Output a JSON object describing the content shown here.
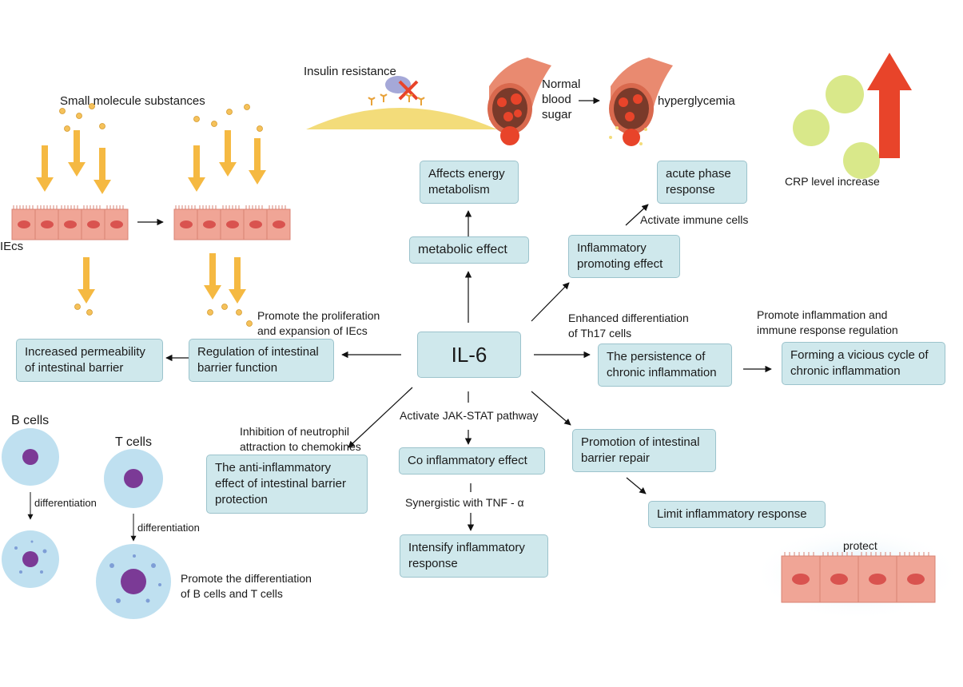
{
  "center": "IL-6",
  "boxes": {
    "affects_energy": "Affects energy metabolism",
    "metabolic": "metabolic effect",
    "acute_phase": "acute phase response",
    "inflammatory_promoting": "Inflammatory promoting effect",
    "persistence": "The persistence of chronic inflammation",
    "vicious_cycle": "Forming a vicious cycle of chronic inflammation",
    "regulation_barrier": "Regulation of intestinal barrier function",
    "increased_permeability": "Increased permeability of intestinal barrier",
    "anti_inflammatory": "The anti-inflammatory effect of intestinal barrier protection",
    "co_inflammatory": "Co inflammatory effect",
    "intensify": "Intensify inflammatory response",
    "barrier_repair": "Promotion of intestinal barrier repair",
    "limit_inflammatory": "Limit inflammatory response"
  },
  "labels": {
    "insulin_resistance": "Insulin resistance",
    "normal_blood_sugar": "Normal\nblood\nsugar",
    "hyperglycemia": "hyperglycemia",
    "crp": "CRP level increase",
    "small_molecule": "Small molecule substances",
    "iecs": "IEcs",
    "activate_immune": "Activate immune cells",
    "promote_proliferation": "Promote the proliferation\nand expansion of IEcs",
    "th17": "Enhanced differentiation\nof Th17 cells",
    "promote_inflammation_reg": "Promote inflammation and\nimmune response regulation",
    "inhibition_neutrophil": "Inhibition of neutrophil\nattraction to chemokines",
    "jak_stat": "Activate JAK-STAT pathway",
    "synergistic_tnf": "Synergistic with TNF - α",
    "protect": "protect",
    "b_cells": "B cells",
    "t_cells": "T cells",
    "differentiation_b": "differentiation",
    "differentiation_t": "differentiation",
    "promote_bt": "Promote the differentiation\nof B cells and T cells"
  },
  "colors": {
    "box_fill": "#cfe8ec",
    "box_border": "#9cc3cc",
    "epithelium": "#f0a596",
    "nucleus": "#d9534f",
    "arrow_yellow": "#f5b942",
    "crp_arrow": "#e8442a",
    "crp_circle": "#d9e88a",
    "cell_fill": "#bfe0f0",
    "cell_nucleus": "#7b3a96"
  }
}
